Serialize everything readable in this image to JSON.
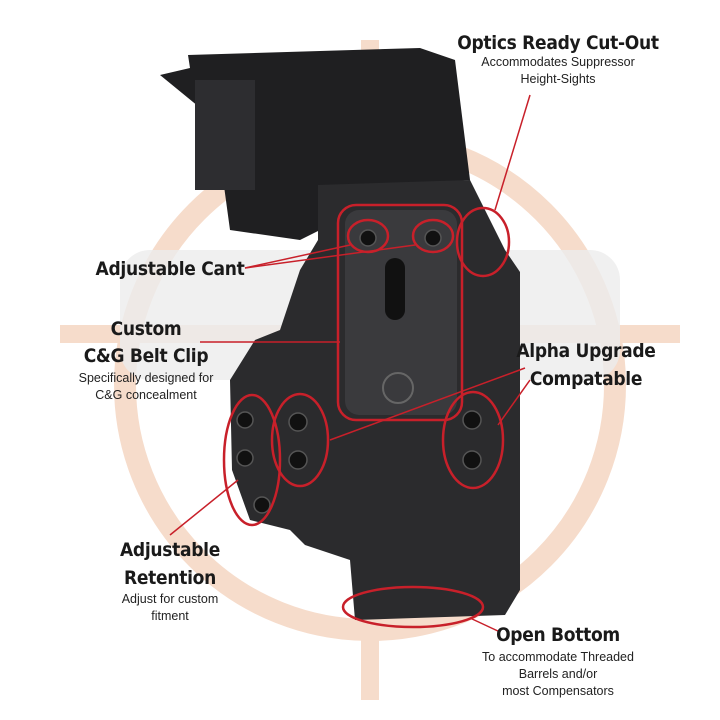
{
  "callouts": {
    "optics": {
      "title": "Optics Ready Cut-Out",
      "lines": [
        "Accommodates Suppressor",
        "Height-Sights"
      ]
    },
    "cant": {
      "title": "Adjustable Cant"
    },
    "belt_clip": {
      "title_lines": [
        "Custom",
        "C&G Belt Clip"
      ],
      "lines": [
        "Specifically designed for",
        "C&G concealment"
      ]
    },
    "alpha": {
      "title_lines": [
        "Alpha Upgrade",
        "Compatable"
      ]
    },
    "retention": {
      "title_lines": [
        "Adjustable",
        "Retention"
      ],
      "lines": [
        "Adjust for custom",
        "fitment"
      ]
    },
    "open_bottom": {
      "title": "Open Bottom",
      "lines": [
        "To accommodate Threaded",
        "Barrels and/or",
        "most Compensators"
      ]
    }
  },
  "colors": {
    "accent": "#c8202a",
    "watermark": "#f6dccb",
    "holster": "#2b2b2d"
  }
}
